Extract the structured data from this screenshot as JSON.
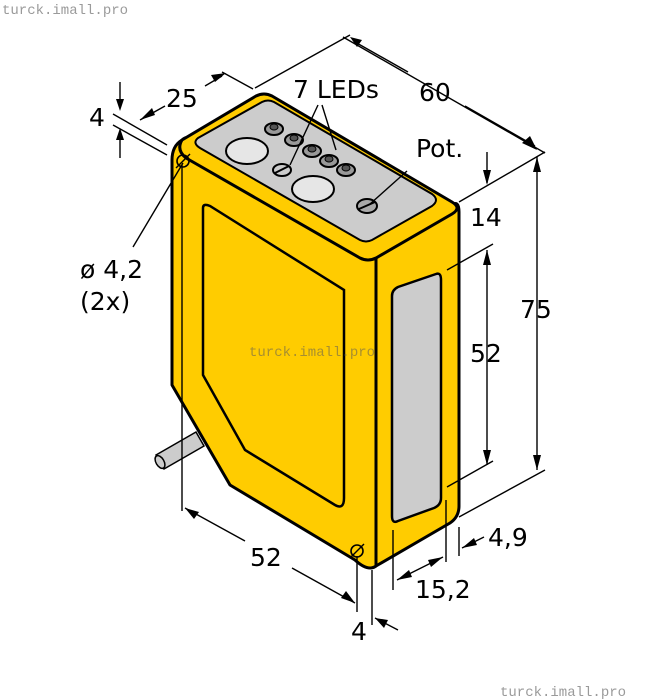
{
  "watermarks": {
    "top_left": "turck.imall.pro",
    "center": "turck.imall.pro",
    "bottom_right": "turck.imall.pro"
  },
  "colors": {
    "housing": "#FFCC00",
    "window": "#CCCCCC",
    "lens": "#E6E6E6",
    "outline": "#000000"
  },
  "labels": {
    "leds": "7 LEDs",
    "pot": "Pot.",
    "hole_dia": "ø 4,2",
    "hole_count": "(2x)"
  },
  "dimensions": {
    "offset_top": "4",
    "depth": "25",
    "width": "60",
    "top_margin": "14",
    "height": "75",
    "window_height": "52",
    "bottom_length": "52",
    "offset_bottom": "4",
    "window_width": "15,2",
    "window_offset": "4,9"
  }
}
